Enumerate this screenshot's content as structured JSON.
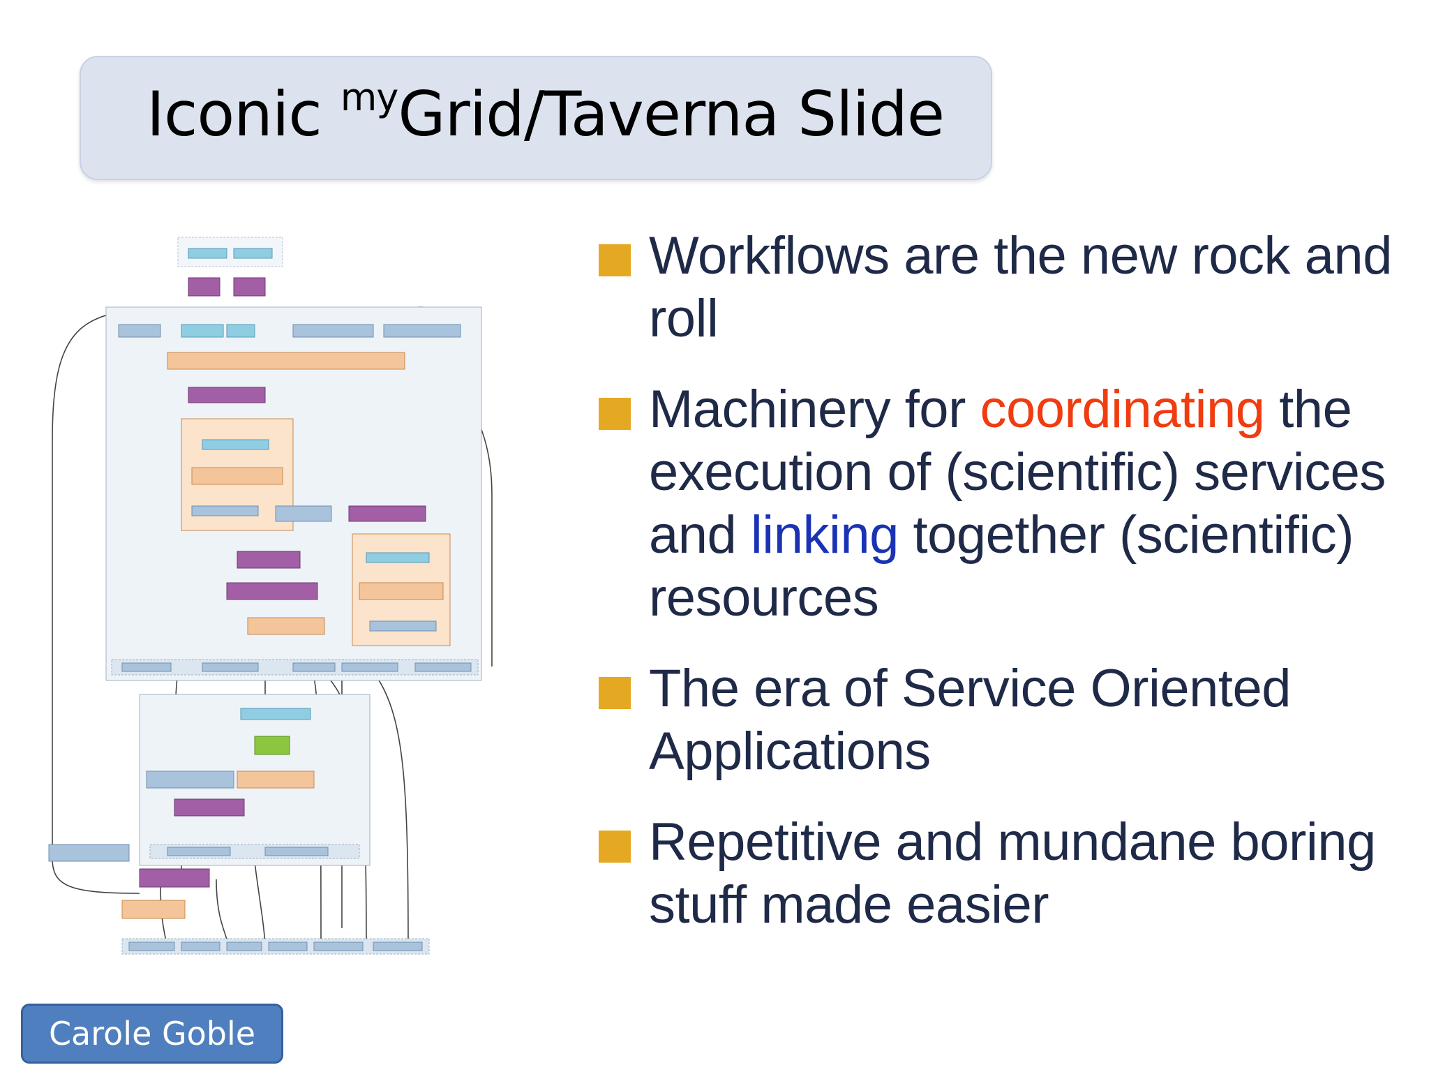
{
  "slide": {
    "title": {
      "prefix": "Iconic ",
      "superscript": "my",
      "suffix": "Grid/Taverna Slide"
    },
    "bullets": [
      {
        "parts": [
          "Workflows are the new rock and roll"
        ]
      },
      {
        "parts": [
          "Machinery for ",
          "coordinating",
          " the execution of (scientific) services and ",
          "linking",
          " together (scientific) resources"
        ]
      },
      {
        "parts": [
          "The era of Service Oriented Applications"
        ]
      },
      {
        "parts": [
          "Repetitive and mundane boring stuff made easier"
        ]
      }
    ],
    "author": "Carole Goble"
  },
  "colors": {
    "bullet_marker": "#e5a823",
    "highlight_red": "#f03c10",
    "highlight_blue": "#1a33b5",
    "title_box": "#dce3ef",
    "author_box": "#4f7fbe"
  },
  "diagram": {
    "description_icon": "workflow-diagram-icon"
  }
}
